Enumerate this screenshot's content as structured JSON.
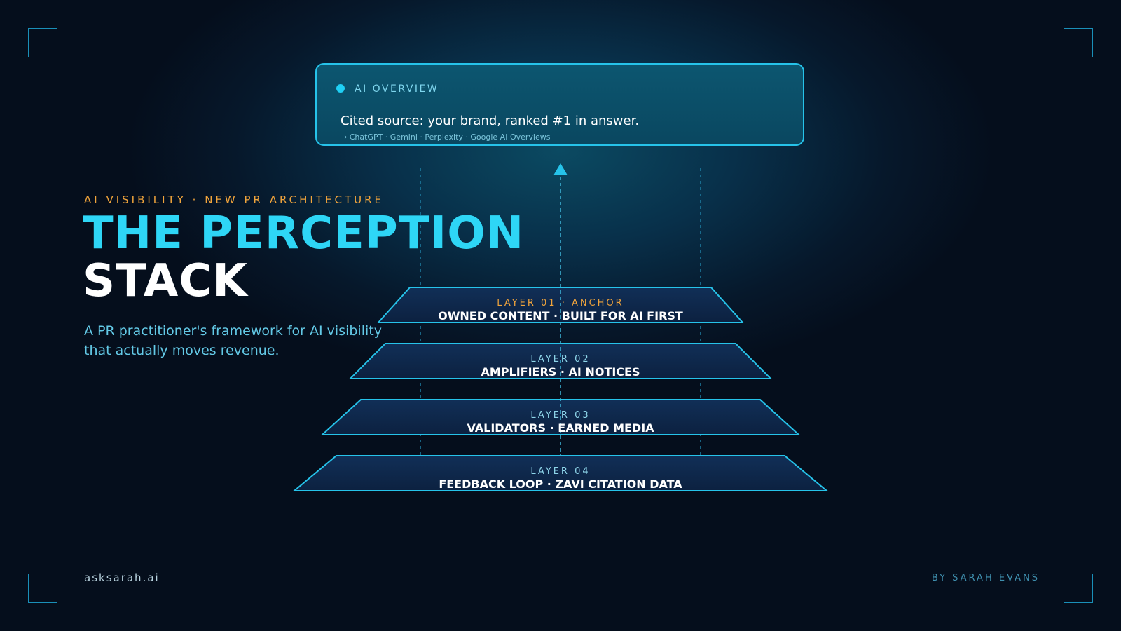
{
  "colors": {
    "accent_cyan": "#2ed6f6",
    "accent_orange": "#f0a43c",
    "background": "#06182b",
    "stroke": "#26c3ea"
  },
  "overview": {
    "label": "AI OVERVIEW",
    "text": "Cited source: your brand, ranked #1 in answer.",
    "sources": "→ ChatGPT · Gemini · Perplexity · Google AI Overviews"
  },
  "eyebrow": "AI VISIBILITY · NEW PR ARCHITECTURE",
  "title": {
    "line1": "THE PERCEPTION",
    "line2": "STACK"
  },
  "subtitle": "A PR practitioner's framework for AI visibility that actually moves revenue.",
  "layers": [
    {
      "label": "LAYER 01 · ANCHOR",
      "title": "OWNED CONTENT · BUILT FOR AI FIRST"
    },
    {
      "label": "LAYER 02",
      "title": "AMPLIFIERS · AI NOTICES"
    },
    {
      "label": "LAYER 03",
      "title": "VALIDATORS · EARNED MEDIA"
    },
    {
      "label": "LAYER 04",
      "title": "FEEDBACK LOOP · ZAVI CITATION DATA"
    }
  ],
  "footer": {
    "site": "asksarah.ai",
    "byline": "BY SARAH EVANS"
  }
}
